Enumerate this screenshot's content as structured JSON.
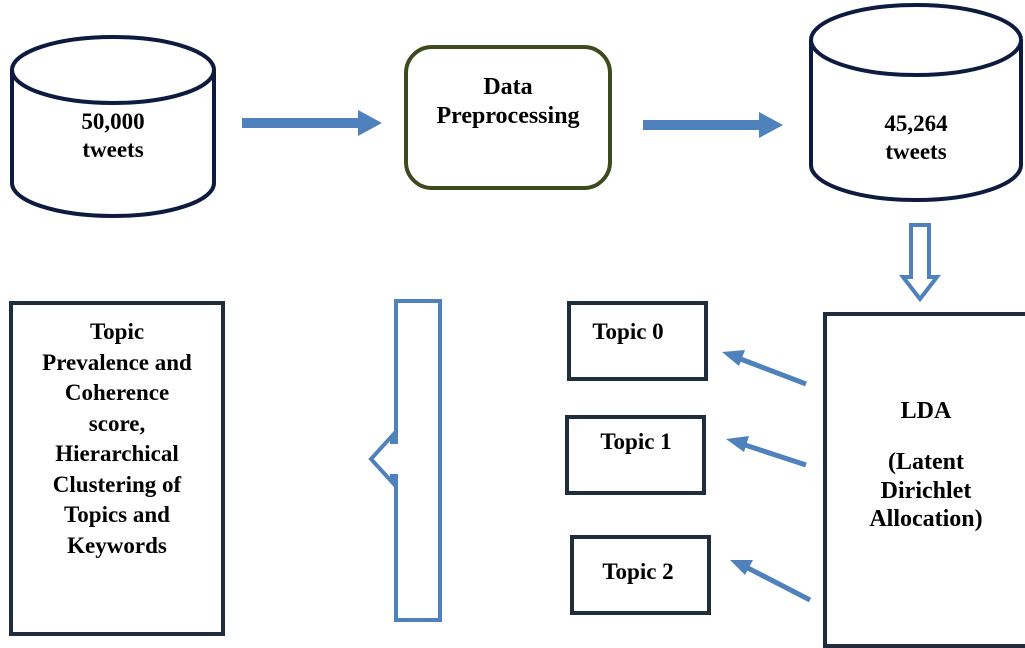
{
  "source_db": {
    "lines": [
      "50,000",
      "tweets"
    ]
  },
  "preprocess": {
    "lines": [
      "Data",
      "Preprocessing"
    ]
  },
  "clean_db": {
    "lines": [
      "45,264",
      "tweets"
    ]
  },
  "lda": {
    "title": "LDA",
    "subtitle_lines": [
      "(Latent",
      "Dirichlet",
      "Allocation)"
    ]
  },
  "topics": [
    "Topic 0",
    "Topic 1",
    "Topic 2"
  ],
  "output": {
    "lines": [
      "Topic",
      "Prevalence and",
      "Coherence",
      "score,",
      "Hierarchical",
      "Clustering of",
      "Topics and",
      "Keywords"
    ]
  },
  "colors": {
    "arrow": "#4f81bd",
    "box_border": "#1f2d3d",
    "preprocess_border": "#3d4a1e",
    "db_stroke": "#0d1b3e"
  }
}
